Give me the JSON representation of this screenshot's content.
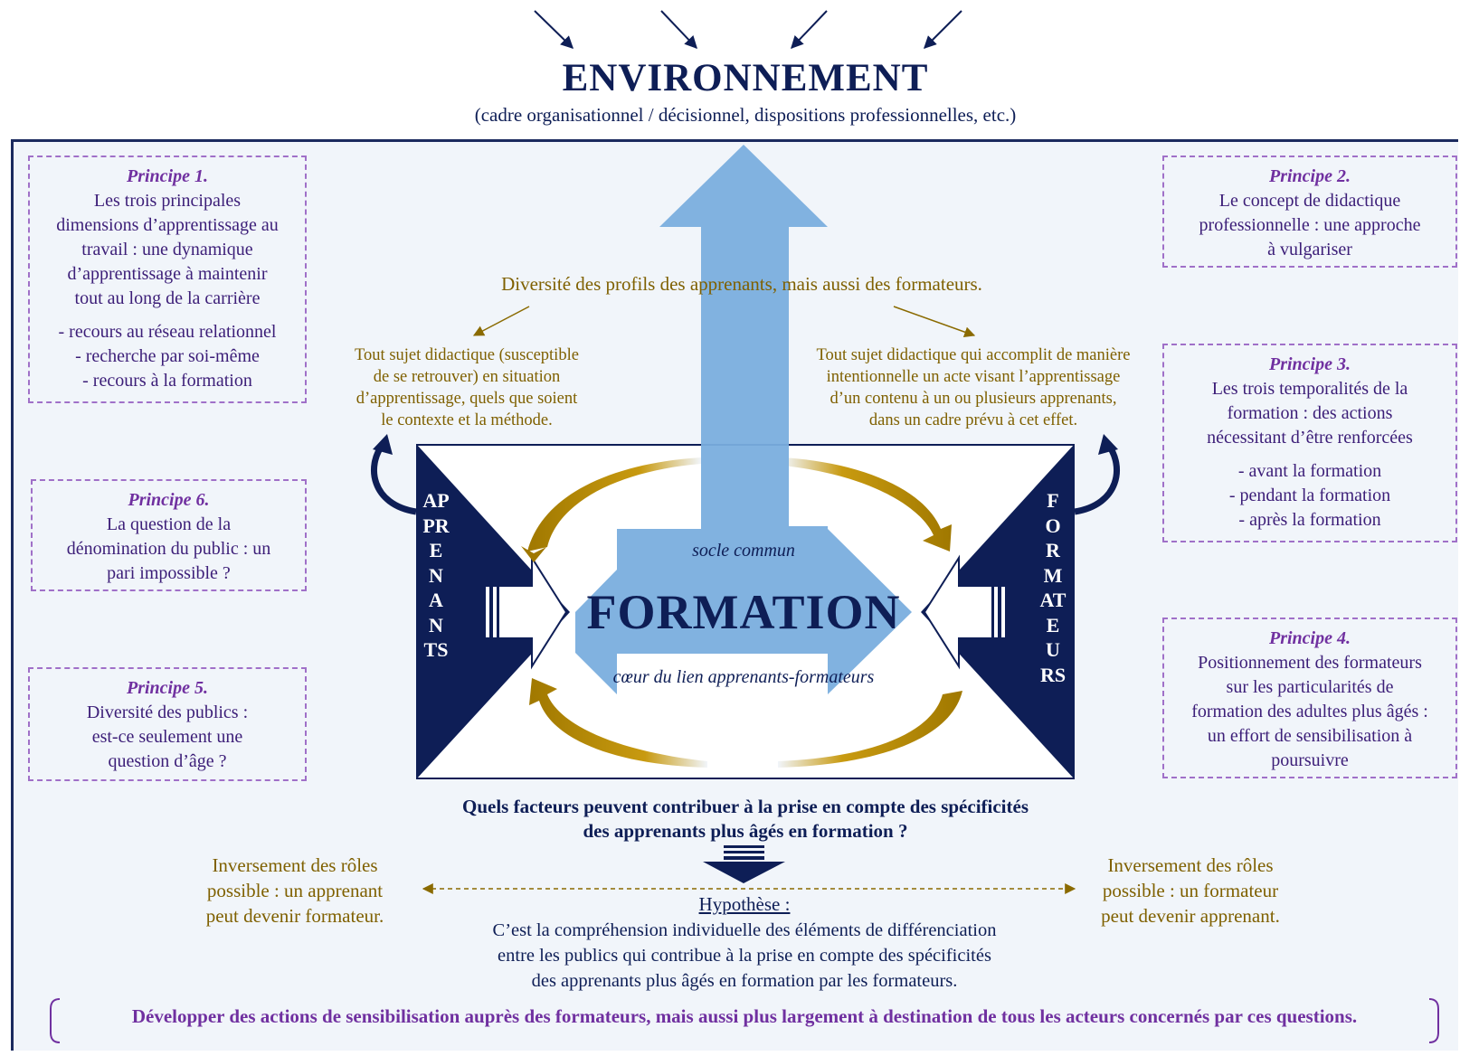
{
  "header": {
    "title": "ENVIRONNEMENT",
    "subtitle": "(cadre organisationnel / décisionnel, dispositions professionnelles, etc.)"
  },
  "principles": [
    {
      "heading": "Principe 1.",
      "text": "Les trois principales\ndimensions d’apprentissage au\ntravail : une dynamique\nd’apprentissage à maintenir\ntout au long de la carrière",
      "list": "- recours au réseau relationnel\n- recherche par soi-même\n- recours à la formation"
    },
    {
      "heading": "Principe 2.",
      "text": "Le concept de didactique\nprofessionnelle : une approche\nà vulgariser"
    },
    {
      "heading": "Principe 3.",
      "text": "Les trois temporalités de la\nformation : des actions\nnécessitant d’être renforcées",
      "list": "- avant la formation\n- pendant la formation\n- après la formation"
    },
    {
      "heading": "Principe 4.",
      "text": "Positionnement des formateurs\nsur les particularités de\nformation des adultes plus âgés :\nun effort de sensibilisation à\npoursuivre"
    },
    {
      "heading": "Principe 5.",
      "text": "Diversité des publics :\nest-ce seulement une\nquestion d’âge ?"
    },
    {
      "heading": "Principe 6.",
      "text": "La question de la\ndénomination du public : un\npari impossible ?"
    }
  ],
  "diversity": "Diversité des profils des apprenants, mais aussi des formateurs.",
  "learner_def": "Tout sujet didactique (susceptible\nde se retrouver) en situation\nd’apprentissage, quels que soient\nle contexte et la méthode.",
  "trainer_def": "Tout sujet didactique qui accomplit de manière\nintentionnelle un acte visant l’apprentissage\nd’un contenu à un ou plusieurs apprenants,\ndans un cadre prévu à cet effet.",
  "center": {
    "top_label": "socle commun",
    "main": "FORMATION",
    "bottom_label": "cœur du lien apprenants-formateurs"
  },
  "left_vertical": "APPRENANTS",
  "right_vertical": "FORMATEURS",
  "question": "Quels facteurs peuvent contribuer à la prise en compte des spécificités\ndes apprenants plus âgés en formation ?",
  "role_left": "Inversement des rôles\npossible : un apprenant\npeut devenir formateur.",
  "role_right": "Inversement des rôles\npossible : un formateur\npeut devenir apprenant.",
  "hypothesis_label": "Hypothèse :",
  "hypothesis_text": "C’est la compréhension individuelle des éléments de différenciation\nentre les publics qui contribue à la prise en compte des spécificités\ndes apprenants plus âgés en formation par les formateurs.",
  "conclusion": "Développer des actions de sensibilisation auprès des formateurs, mais aussi plus largement à destination de tous les acteurs concernés par ces questions.",
  "colors": {
    "navy": "#0e1e56",
    "gold": "#b58a00",
    "lightblue": "#7aaede",
    "purple": "#7030a0",
    "text_gold": "#7f6000"
  }
}
